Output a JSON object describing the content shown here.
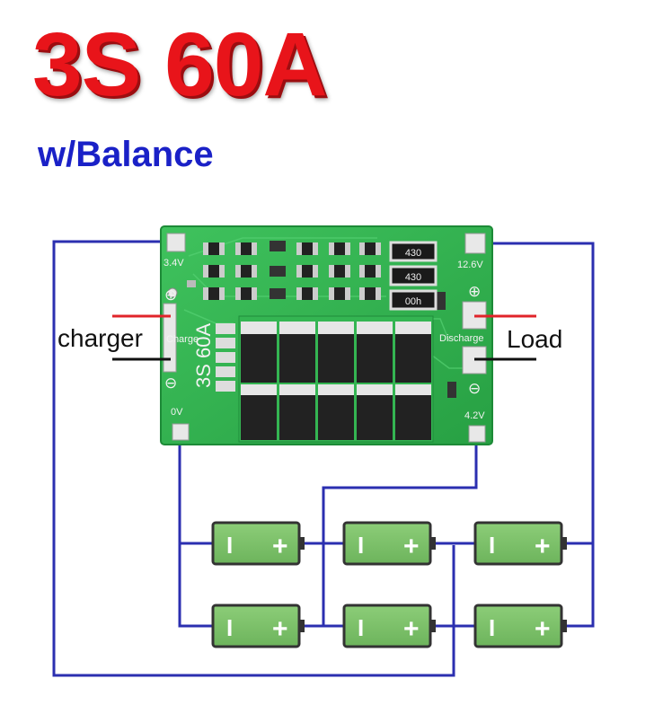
{
  "title": "3S 60A",
  "subtitle": "w/Balance",
  "labels": {
    "charger": "charger",
    "load": "Load"
  },
  "board": {
    "pad_3v4": "3.4V",
    "pad_12v6": "12.6V",
    "pad_charge": "Charge",
    "pad_discharge": "Discharge",
    "pad_0v": "0V",
    "pad_4v2": "4.2V",
    "marking": "3S 60A",
    "resistor_1": "430",
    "resistor_2": "430",
    "resistor_3": "00h",
    "plus_symbol": "⊕",
    "minus_symbol": "⊖"
  },
  "battery": {
    "minus_glyph": "I",
    "plus_glyph": "+"
  },
  "colors": {
    "title": "#e8141a",
    "subtitle": "#1a21c7",
    "wire": "#2b2fb0",
    "pcb": "#2fb24e",
    "battery": "#7cc16a",
    "charger_positive_wire": "#e0242a",
    "negative_wire": "#111111"
  }
}
